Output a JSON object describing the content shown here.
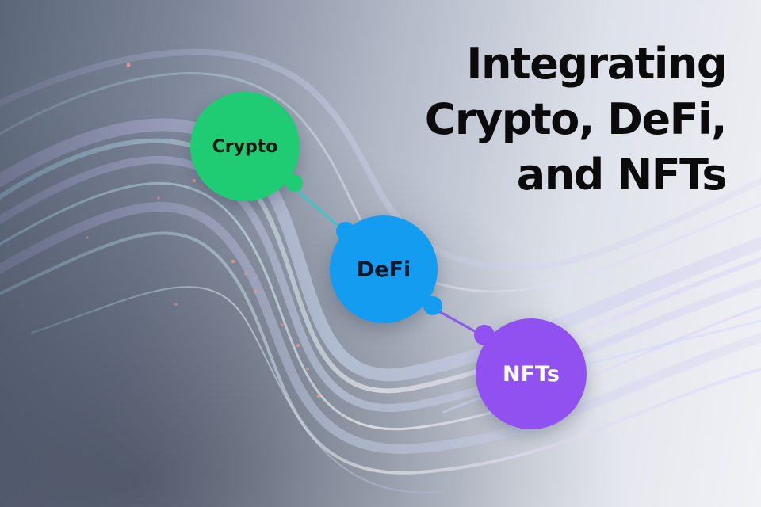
{
  "title": {
    "line1": "Integrating",
    "line2": "Crypto, DeFi,",
    "line3": "and NFTs"
  },
  "nodes": [
    {
      "label": "Crypto",
      "color": "#1fcc74"
    },
    {
      "label": "DeFi",
      "color": "#149cf0"
    },
    {
      "label": "NFTs",
      "color": "#9150f0"
    }
  ],
  "connector_colors": [
    "#3ec6c6",
    "#8a5ce8"
  ]
}
